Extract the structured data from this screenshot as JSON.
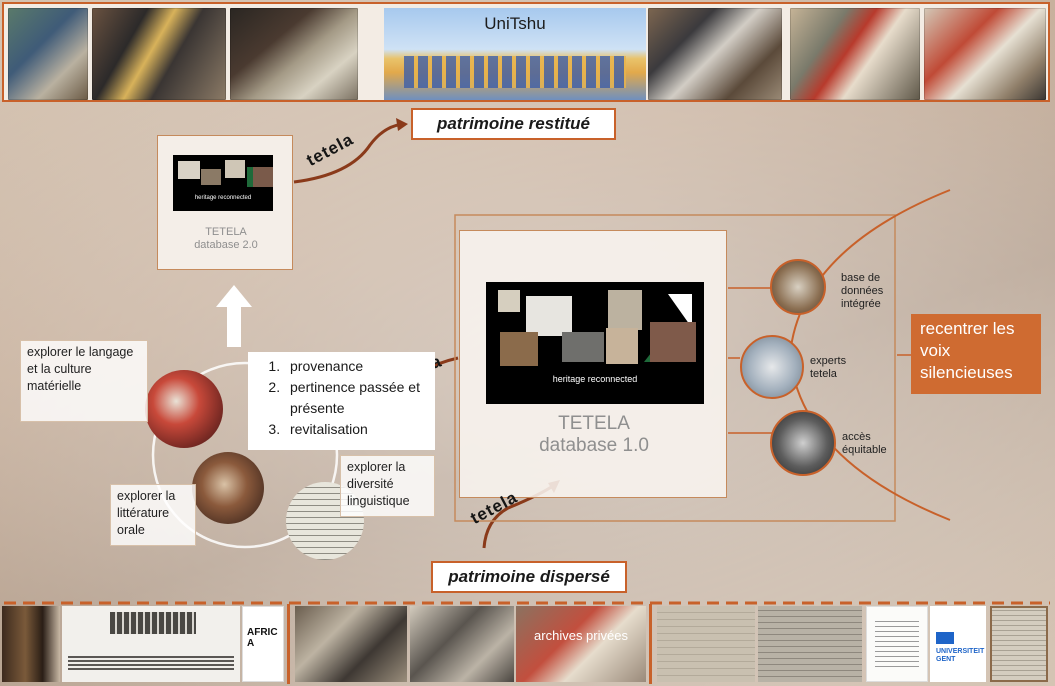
{
  "header": {
    "institution_label": "UniTshu",
    "banner_restitue": "patrimoine restitué"
  },
  "db2": {
    "screen_caption": "heritage reconnected",
    "title_line1": "TETELA",
    "title_line2": "database 2.0"
  },
  "db1": {
    "screen_caption": "heritage reconnected",
    "title_line1": "TETELA",
    "title_line2": "database 1.0"
  },
  "arrows": {
    "tetela_top": "tetela",
    "tetela_middle": "tetela",
    "tetela_bottom": "tetela"
  },
  "criteria": {
    "items": [
      "provenance",
      "pertinence passée et présente",
      "revitalisation"
    ]
  },
  "explore": {
    "langage": "explorer le langage et la culture matérielle",
    "litterature": "explorer la littérature orale",
    "diversite": "explorer la diversité linguistique"
  },
  "outcomes": {
    "items": [
      {
        "label": "base de données intégrée"
      },
      {
        "label": "experts tetela"
      },
      {
        "label": "accès équitable"
      }
    ],
    "callout": "recentrer les voix silencieuses"
  },
  "footer": {
    "banner_disperse": "patrimoine dispersé",
    "africa_logo": "AFRICA",
    "archives_label": "archives privées",
    "ugent_logo": "UNIVERSITEIT GENT"
  },
  "colors": {
    "accent": "#c8612a",
    "callout_bg": "#cf6b31",
    "screen_bg": "#000000"
  },
  "icons": [
    "up-arrow-icon",
    "curved-arrow-icon"
  ]
}
